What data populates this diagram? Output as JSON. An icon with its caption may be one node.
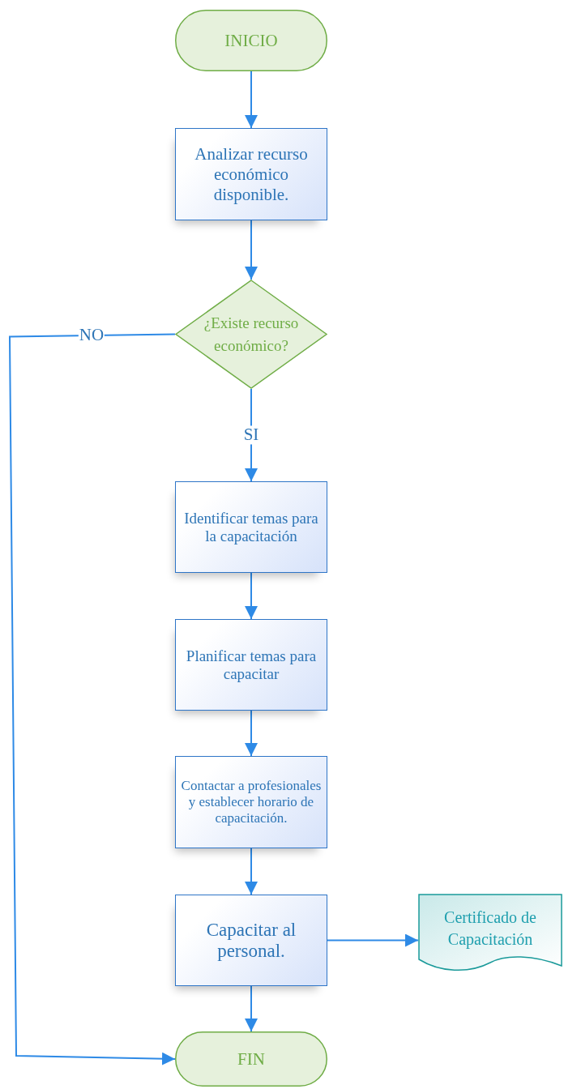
{
  "diagram": {
    "nodes": [
      {
        "text": [
          "INICIO"
        ]
      },
      {
        "text": [
          "Analizar recurso económico disponible."
        ]
      },
      {
        "text": [
          "¿Existe recurso económico?"
        ]
      },
      {
        "text": [
          "Identificar temas para la capacitación"
        ]
      },
      {
        "text": [
          "Planificar temas para capacitar"
        ]
      },
      {
        "text": [
          "Contactar a profesionales y establecer horario de capacitación."
        ]
      },
      {
        "text": [
          "Capacitar al personal."
        ]
      },
      {
        "text": [
          "Certificado de Capacitación"
        ]
      },
      {
        "text": [
          "FIN"
        ]
      }
    ],
    "edges": [
      {
        "from": 0,
        "to": 1,
        "arrow": "to"
      },
      {
        "from": 1,
        "to": 2,
        "arrow": "to"
      },
      {
        "from": 2,
        "to": 8,
        "arrow": "to",
        "label": "NO"
      },
      {
        "from": 2,
        "to": 3,
        "arrow": "to",
        "label": "SI"
      },
      {
        "from": 3,
        "to": 4,
        "arrow": "to"
      },
      {
        "from": 4,
        "to": 5,
        "arrow": "to"
      },
      {
        "from": 5,
        "to": 6,
        "arrow": "to"
      },
      {
        "from": 6,
        "to": 7,
        "arrow": "to"
      },
      {
        "from": 6,
        "to": 8,
        "arrow": "to"
      }
    ]
  }
}
